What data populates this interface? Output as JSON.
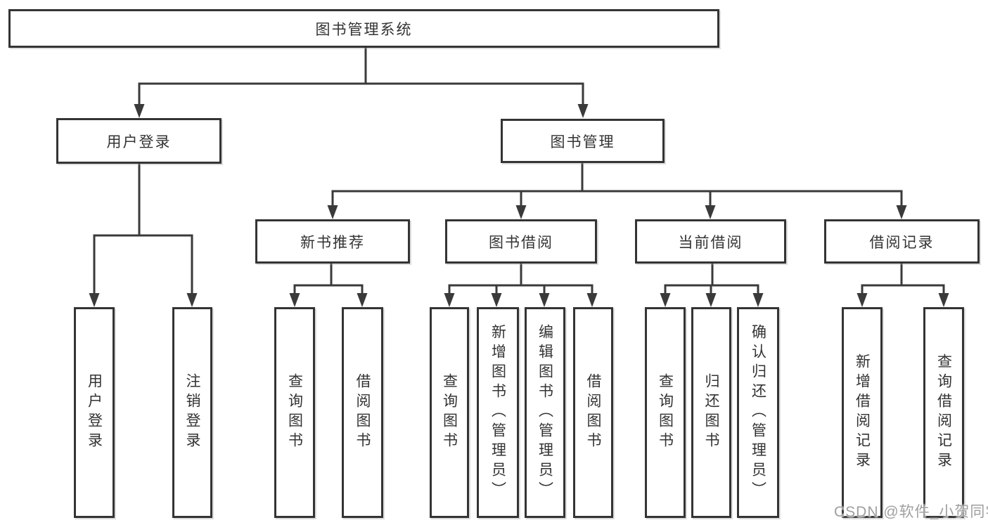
{
  "watermark": "CSDN @软件_小贺同学",
  "nodes": {
    "root": "图书管理系统",
    "user_login": "用户登录",
    "book_mgmt": "图书管理",
    "new_book_rec": "新书推荐",
    "book_borrow": "图书借阅",
    "current_borrow": "当前借阅",
    "borrow_records": "借阅记录",
    "leaf_user_login": "用户登录",
    "leaf_logout": "注销登录",
    "leaf_nb_query": "查询图书",
    "leaf_nb_borrow": "借阅图书",
    "leaf_bb_query": "查询图书",
    "leaf_bb_add": "新增图书（管理员）",
    "leaf_bb_edit": "编辑图书（管理员）",
    "leaf_bb_borrow": "借阅图书",
    "leaf_cb_query": "查询图书",
    "leaf_cb_return": "归还图书",
    "leaf_cb_confirm": "确认归还（管理员）",
    "leaf_br_add": "新增借阅记录",
    "leaf_br_query": "查询借阅记录"
  }
}
